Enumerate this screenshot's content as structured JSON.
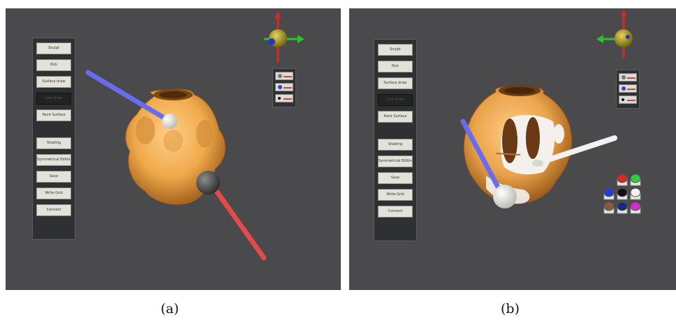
{
  "panels": [
    {
      "id": "a",
      "caption": "(a)",
      "toolbar": {
        "group1": [
          "Sculpt",
          "Pick",
          "Surface draw",
          "Line Draw",
          "Paint Surface"
        ],
        "group2": [
          "Shading",
          "Symmetrical Editing",
          "Save",
          "Write Grid",
          "Connect"
        ],
        "active": "Line Draw"
      }
    },
    {
      "id": "b",
      "caption": "(b)",
      "toolbar": {
        "group1": [
          "Sculpt",
          "Pick",
          "Surface draw",
          "Line Draw",
          "Paint Surface"
        ],
        "group2": [
          "Shading",
          "Symmetrical Editing",
          "Save",
          "Write Grid",
          "Connect"
        ],
        "active": "Line Draw"
      },
      "palette_colors": [
        "#d22a2a",
        "#2ecc40",
        "#1f3fd6",
        "#111111",
        "#f2f2f2",
        "#8a5a3c",
        "#1b2a7a",
        "#d42cc9"
      ]
    }
  ],
  "colors": {
    "viewport_bg": "#4a4a4c",
    "model": "#f0a94a",
    "blue_stylus": "#6a6cf0",
    "red_stylus": "#e34a4a"
  }
}
